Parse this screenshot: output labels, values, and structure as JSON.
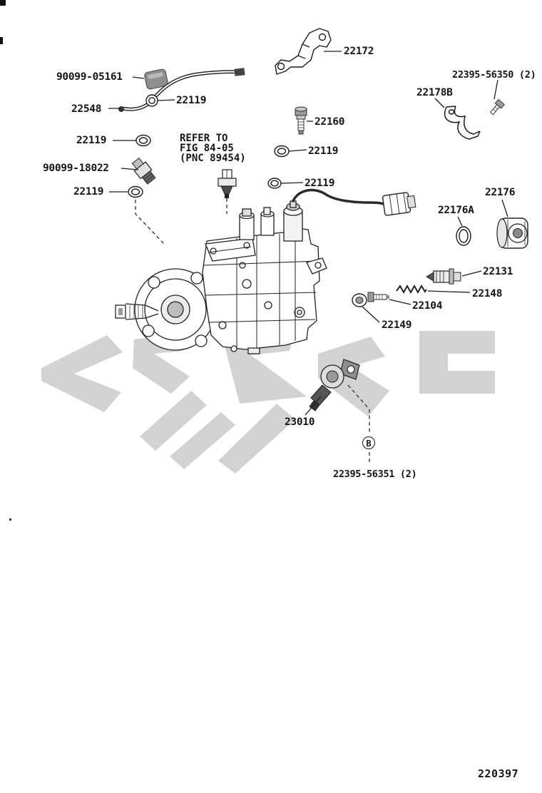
{
  "figure_number": "220397",
  "callout_b": "B",
  "note": {
    "line1": "REFER TO",
    "line2": "FIG 84-05",
    "line3": "(PNC 89454)"
  },
  "labels": {
    "l22172": "22172",
    "l90099_05161": "90099-05161",
    "l22548": "22548",
    "l22119_pipe": "22119",
    "l22119_left1": "22119",
    "l90099_18022": "90099-18022",
    "l22119_left2": "22119",
    "l22160": "22160",
    "l22119_mid1": "22119",
    "l22119_mid2": "22119",
    "l22395_56350": "22395-56350 (2)",
    "l22178b": "22178B",
    "l22176": "22176",
    "l22176a": "22176A",
    "l22131": "22131",
    "l22148": "22148",
    "l22104": "22104",
    "l22149": "22149",
    "l23010": "23010",
    "l22395_56351": "22395-56351 (2)"
  }
}
